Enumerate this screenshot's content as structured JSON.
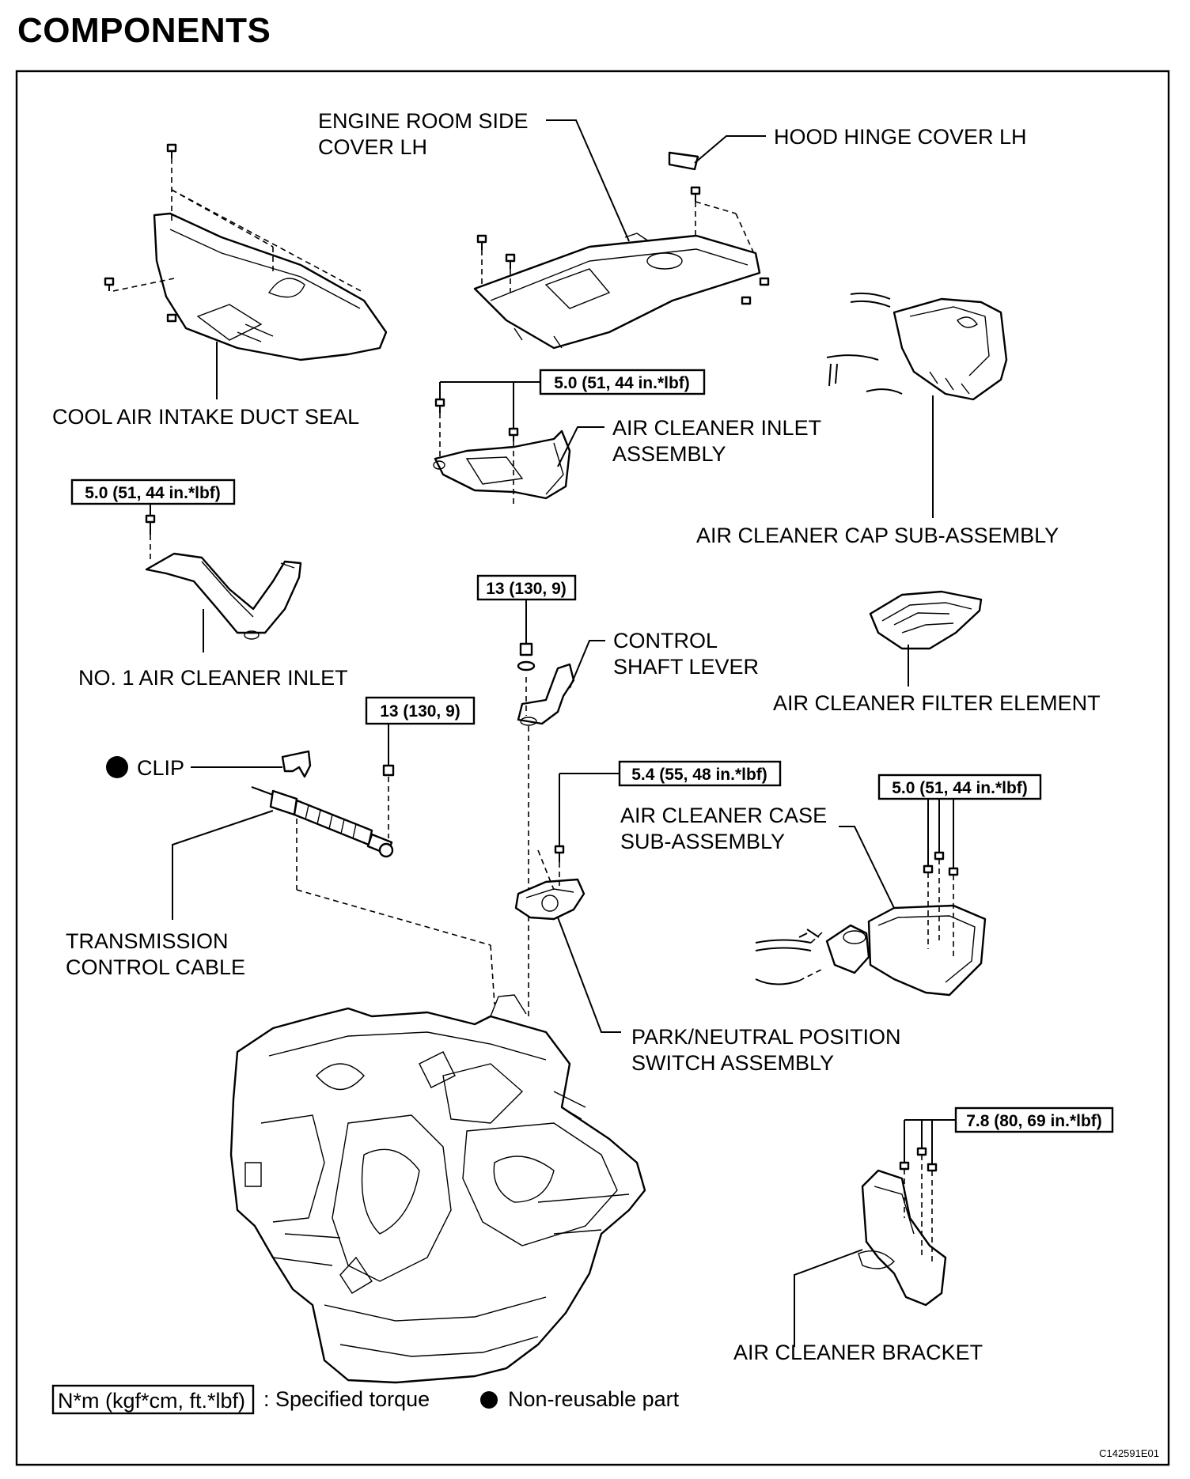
{
  "title": "COMPONENTS",
  "labels": {
    "engine_room_side_cover_1": "ENGINE ROOM SIDE",
    "engine_room_side_cover_2": "COVER LH",
    "hood_hinge_cover": "HOOD HINGE COVER LH",
    "cool_air_intake_duct_seal": "COOL AIR INTAKE DUCT SEAL",
    "air_cleaner_inlet_assembly_1": "AIR CLEANER INLET",
    "air_cleaner_inlet_assembly_2": "ASSEMBLY",
    "air_cleaner_cap": "AIR CLEANER CAP SUB-ASSEMBLY",
    "no1_air_cleaner_inlet": "NO. 1 AIR CLEANER INLET",
    "control_shaft_lever_1": "CONTROL",
    "control_shaft_lever_2": "SHAFT LEVER",
    "air_cleaner_filter_element": "AIR CLEANER FILTER ELEMENT",
    "clip": "CLIP",
    "air_cleaner_case_1": "AIR CLEANER CASE",
    "air_cleaner_case_2": "SUB-ASSEMBLY",
    "transmission_control_cable_1": "TRANSMISSION",
    "transmission_control_cable_2": "CONTROL CABLE",
    "park_neutral_switch_1": "PARK/NEUTRAL POSITION",
    "park_neutral_switch_2": "SWITCH ASSEMBLY",
    "air_cleaner_bracket": "AIR CLEANER BRACKET"
  },
  "torques": {
    "air_cleaner_inlet": "5.0 (51, 44 in.*lbf)",
    "no1_air_cleaner_inlet": "5.0 (51, 44 in.*lbf)",
    "control_shaft_lever_nut": "13 (130, 9)",
    "control_cable_nut": "13 (130, 9)",
    "park_neutral_switch": "5.4 (55, 48 in.*lbf)",
    "air_cleaner_case": "5.0 (51, 44 in.*lbf)",
    "air_cleaner_bracket": "7.8 (80, 69 in.*lbf)"
  },
  "legend": {
    "torque_unit": "N*m (kgf*cm, ft.*lbf)",
    "torque_text": ": Specified torque",
    "nonreusable_text": "Non-reusable part"
  },
  "figure_code": "C142591E01"
}
